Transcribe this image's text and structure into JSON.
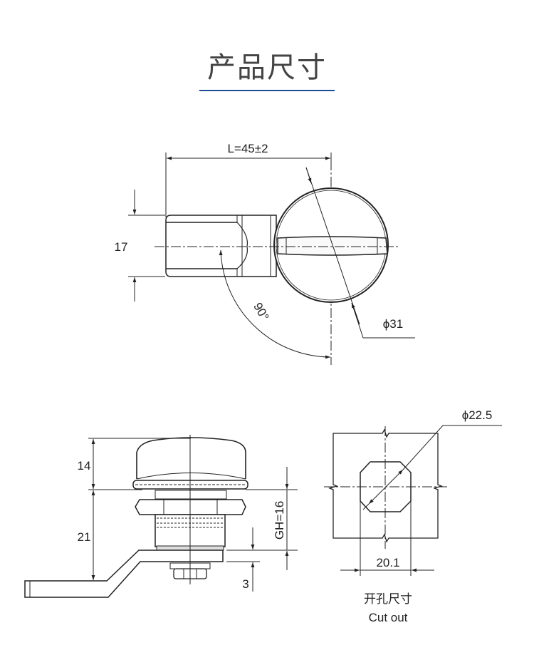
{
  "header": {
    "title": "产品尺寸",
    "accent_color": "#1f4e9a"
  },
  "top_view": {
    "length_label": "L=45±2",
    "height_label": "17",
    "angle_label": "90°",
    "diameter_label": "ϕ31"
  },
  "side_view": {
    "knob_height_label": "14",
    "body_height_label": "21",
    "grip_label": "GH=16",
    "cam_label": "3"
  },
  "cutout": {
    "diameter_label": "ϕ22.5",
    "width_label": "20.1",
    "caption_cn": "开孔尺寸",
    "caption_en": "Cut out"
  }
}
